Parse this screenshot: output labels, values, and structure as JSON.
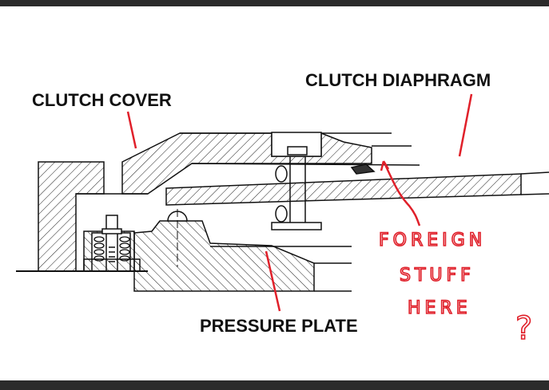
{
  "labels": {
    "clutch_cover": "CLUTCH COVER",
    "clutch_diaphragm": "CLUTCH DIAPHRAGM",
    "pressure_plate": "PRESSURE PLATE"
  },
  "annotation": {
    "line1": "FOREIGN",
    "line2": "STUFF",
    "line3": "HERE",
    "mark": "?"
  },
  "colors": {
    "annotation": "#e0202a",
    "ink": "#111111"
  }
}
